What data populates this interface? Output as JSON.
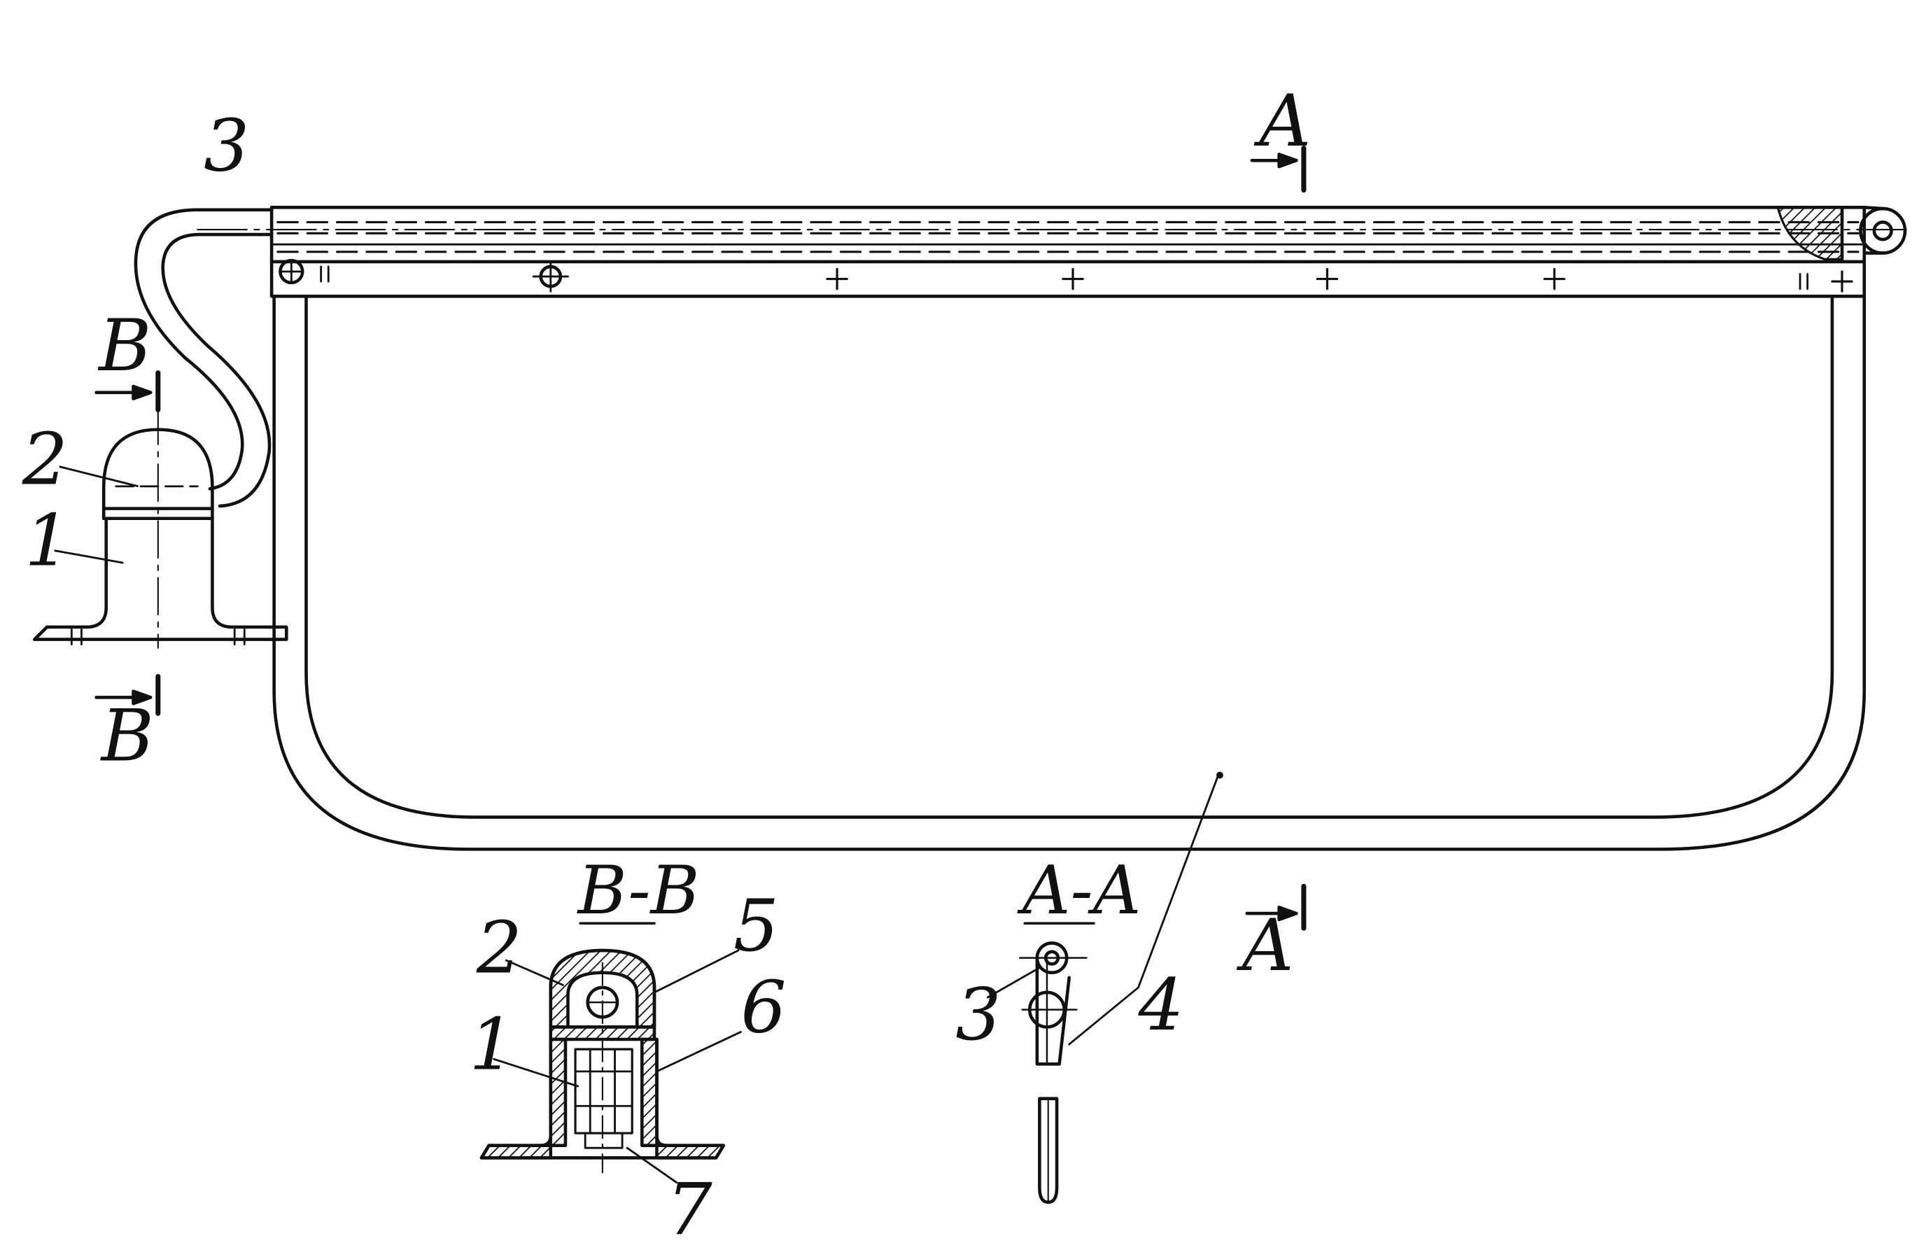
{
  "colors": {
    "ink": "#111111",
    "paper": "#ffffff"
  },
  "labels": {
    "part_1": "1",
    "part_2": "2",
    "part_3": "3",
    "part_4": "4",
    "part_5": "5",
    "part_6": "6",
    "part_7": "7",
    "cut_a": "A",
    "cut_b": "B"
  },
  "sections": {
    "bb_title": "B-B",
    "aa_title": "A-A"
  }
}
